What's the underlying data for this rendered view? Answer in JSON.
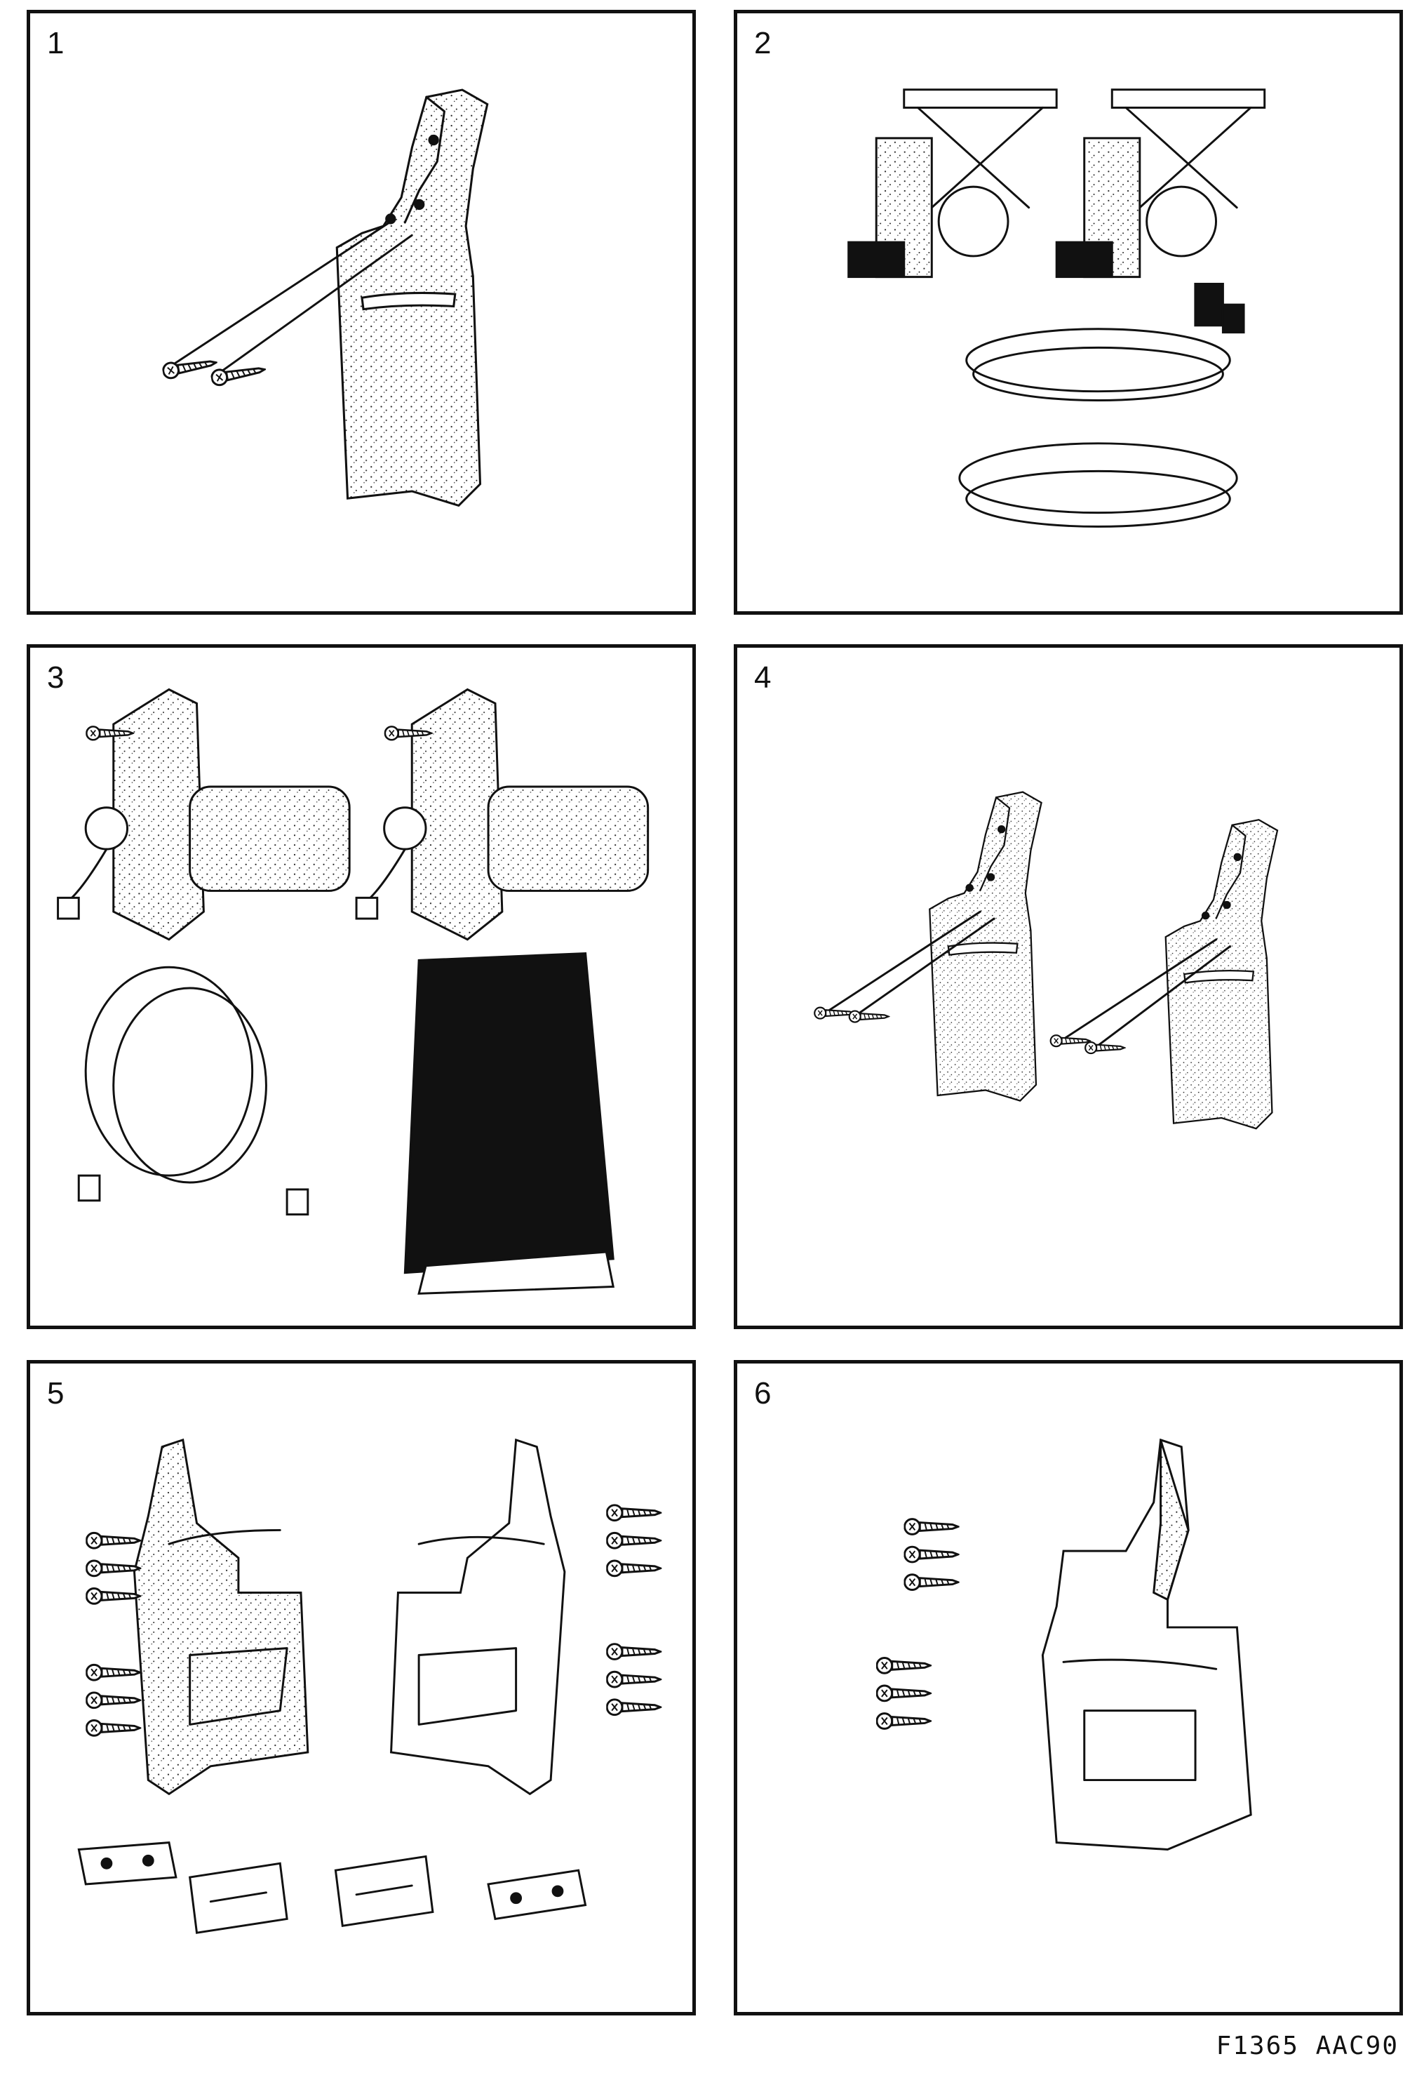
{
  "panels": [
    {
      "number": "1",
      "content": "mudflap-with-screws"
    },
    {
      "number": "2",
      "content": "window-regulators-and-harness"
    },
    {
      "number": "3",
      "content": "power-mirrors-cables-bag"
    },
    {
      "number": "4",
      "content": "pair-of-mudflaps-with-screws"
    },
    {
      "number": "5",
      "content": "rear-mudflaps-screws-brackets"
    },
    {
      "number": "6",
      "content": "single-mudflap-with-screws"
    }
  ],
  "reference_code": "F1365  AAC90"
}
